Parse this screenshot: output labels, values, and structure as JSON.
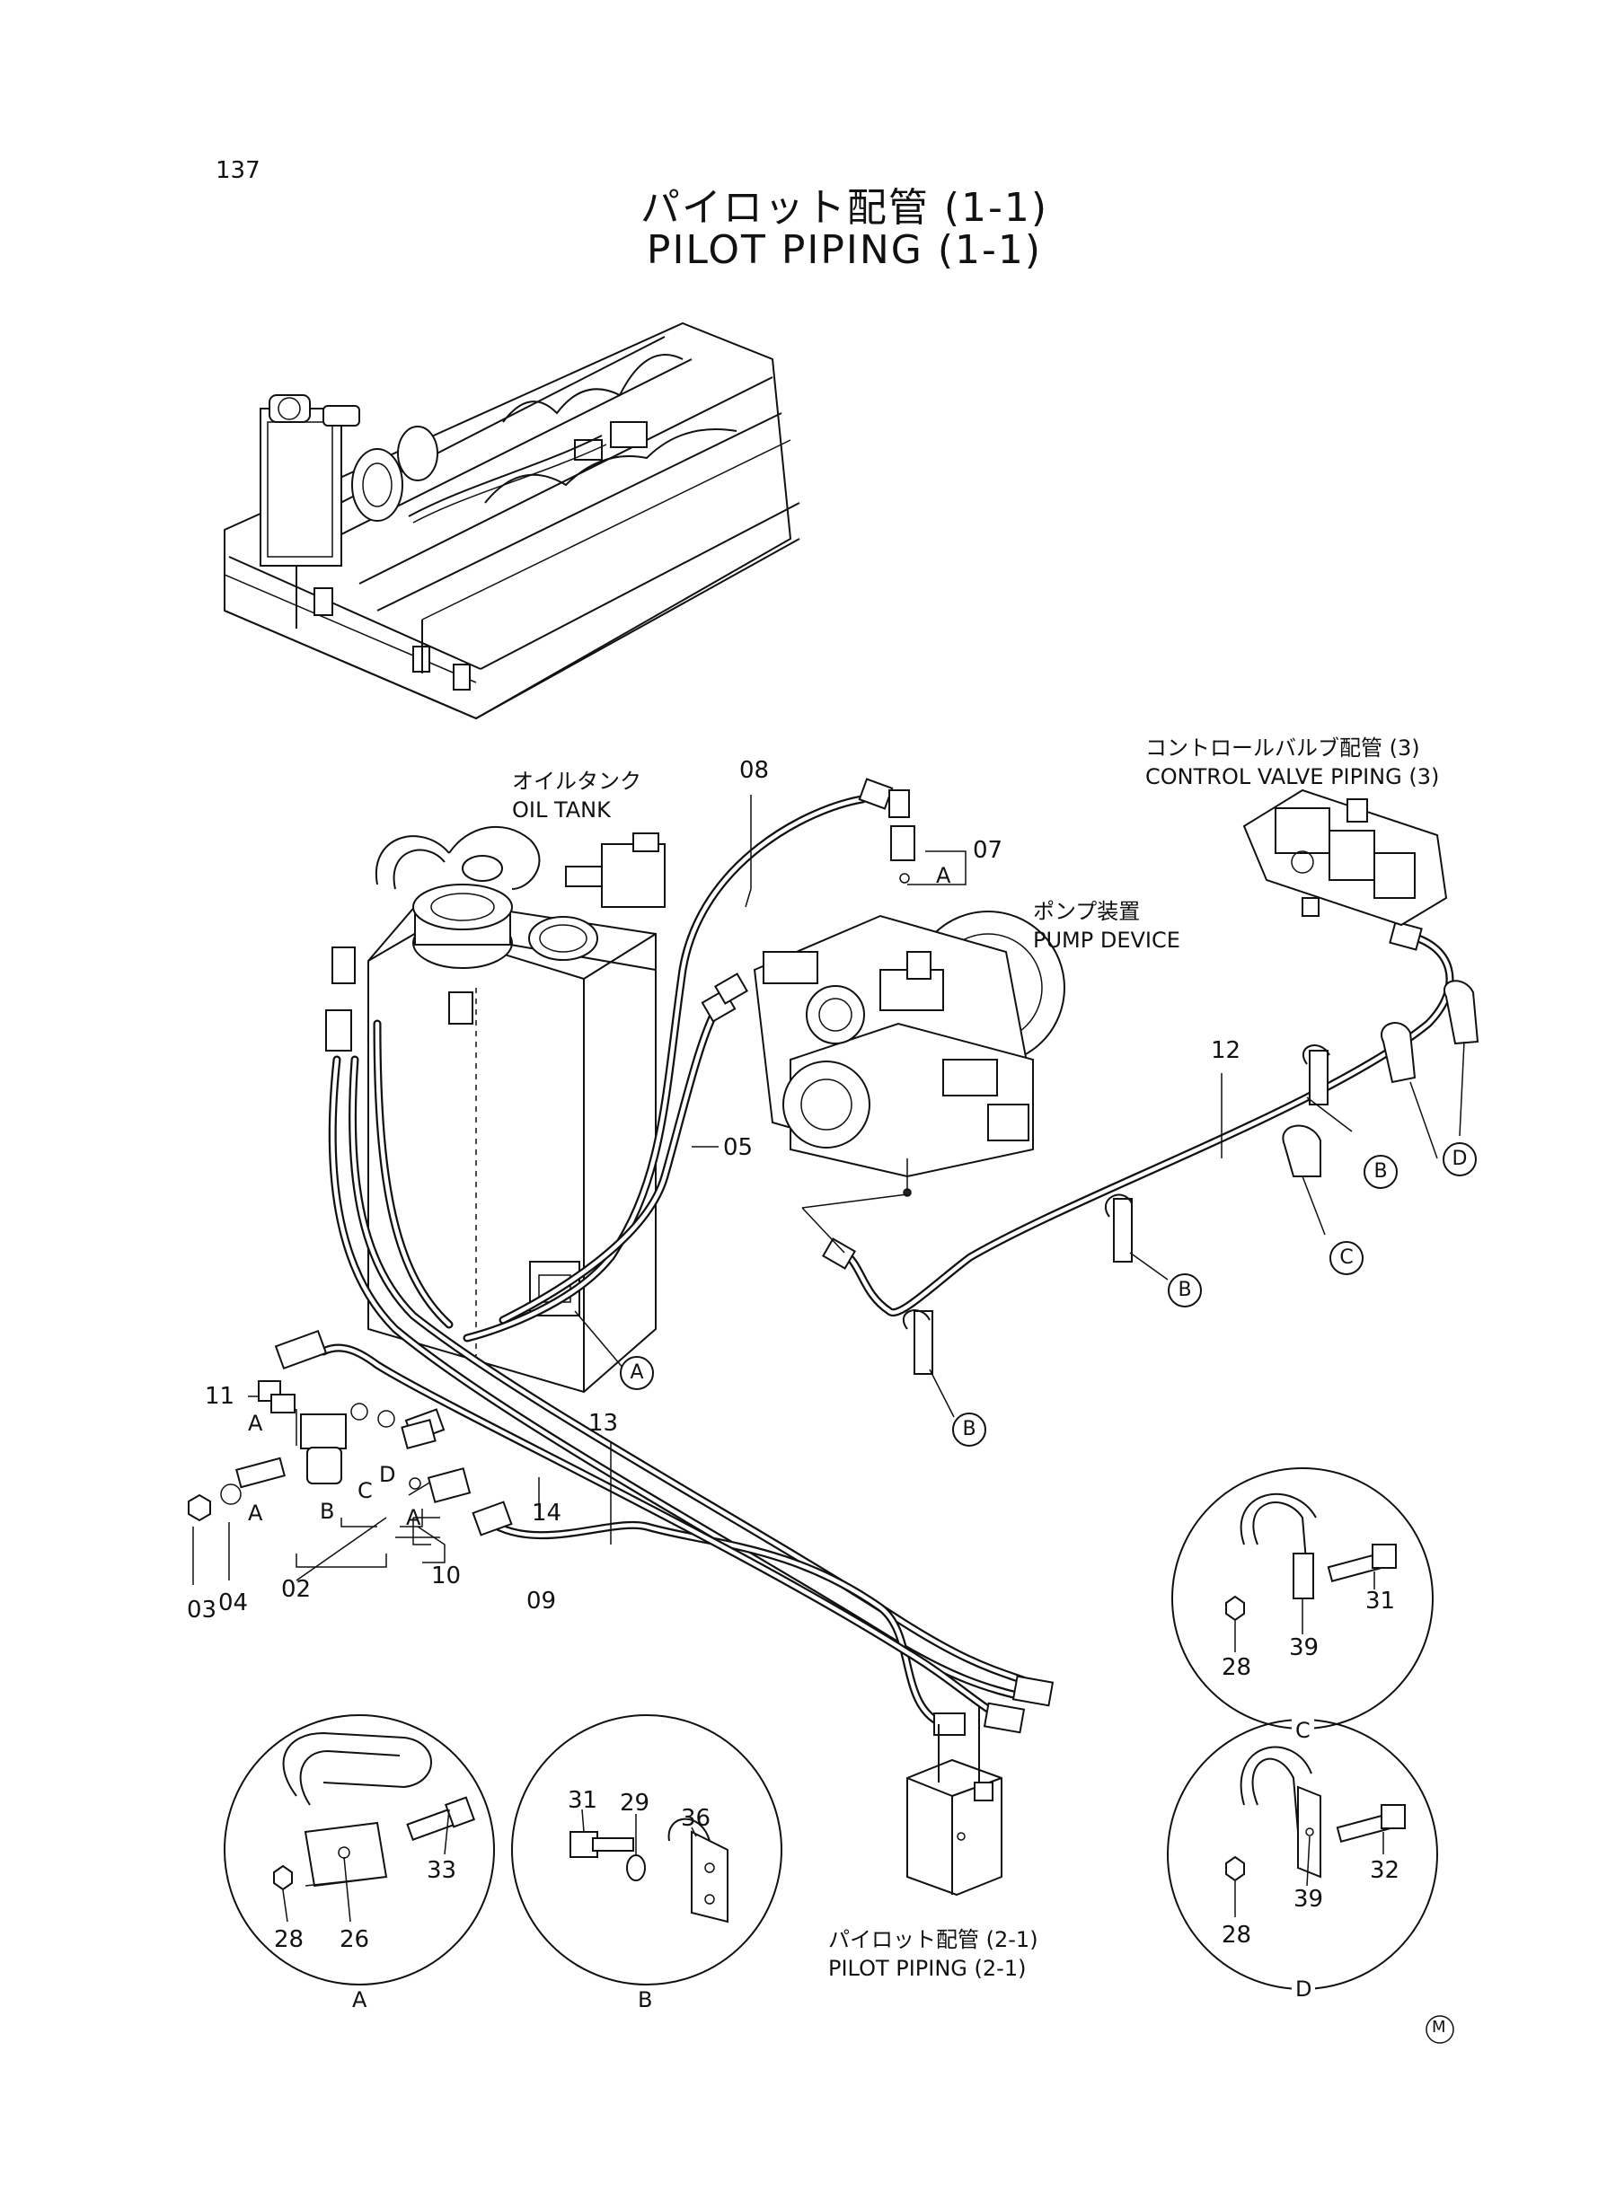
{
  "page_number": "137",
  "title": {
    "jp": "パイロット配管 (1-1)",
    "en": "PILOT PIPING (1-1)"
  },
  "labels": {
    "oil_tank_jp": "オイルタンク",
    "oil_tank_en": "OIL TANK",
    "pump_jp": "ポンプ装置",
    "pump_en": "PUMP DEVICE",
    "cv_jp": "コントロールバルブ配管 (3)",
    "cv_en": "CONTROL VALVE PIPING (3)",
    "pp21_jp": "パイロット配管 (2-1)",
    "pp21_en": "PILOT PIPING (2-1)"
  },
  "part_numbers": {
    "p08": "08",
    "p07": "07",
    "p05": "05",
    "p12": "12",
    "p11": "11",
    "p13": "13",
    "p14": "14",
    "p09": "09",
    "p10": "10",
    "p02": "02",
    "p03": "03",
    "p04": "04"
  },
  "ref_letters": {
    "a_tank": "A",
    "b1": "B",
    "b2": "B",
    "b3": "B",
    "c": "C",
    "d": "D",
    "a07": "A",
    "a11": "A",
    "a_bolt": "A",
    "b_bolt": "B",
    "c_bolt": "C",
    "d_bolt": "D",
    "a10": "A"
  },
  "details": {
    "A": {
      "caption": "A",
      "parts": [
        "33",
        "28",
        "26"
      ]
    },
    "B": {
      "caption": "B",
      "parts": [
        "31",
        "29",
        "36"
      ]
    },
    "C": {
      "caption": "C",
      "parts": [
        "31",
        "28",
        "39"
      ]
    },
    "D": {
      "caption": "D",
      "parts": [
        "32",
        "28",
        "39"
      ]
    }
  },
  "corner_mark": "M"
}
